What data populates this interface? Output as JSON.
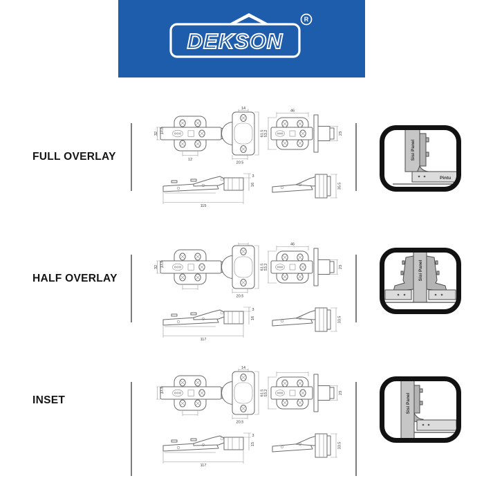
{
  "header": {
    "brand": "DEKSON",
    "registered": "R",
    "banner_color": "#1e5cac",
    "logo_color": "#ffffff"
  },
  "colors": {
    "drawing_stroke": "#6a6a6a",
    "divider": "#7d7d7d",
    "icon_border": "#121212",
    "panel_fill": "#c6c6c6"
  },
  "rows": [
    {
      "label": "FULL OVERLAY",
      "dims": {
        "plate_width_outer": "32",
        "plate_width_inner": "17.5",
        "plate_hole_spacing": "12",
        "cup_plate_top": "14",
        "cup_plate_height": "61.5",
        "cup_plate_bottom": "20.5",
        "mount_plate_width": "46",
        "mount_plate_height": "53.2",
        "dowel_diameter": "23",
        "overall_length": "115",
        "arm_offset": "3",
        "arm_depth": "16",
        "dowel_view_height": "35.5"
      },
      "icon": {
        "panel_label": "Sisi Panel",
        "door_label": "Pintu"
      }
    },
    {
      "label": "HALF OVERLAY",
      "dims": {
        "plate_width_outer": "32",
        "plate_width_inner": "17.5",
        "plate_hole_spacing": "",
        "cup_plate_top": "",
        "cup_plate_height": "61.5",
        "cup_plate_bottom": "20.5",
        "mount_plate_width": "46",
        "mount_plate_height": "53.2",
        "dowel_diameter": "23",
        "overall_length": "117",
        "arm_offset": "3",
        "arm_depth": "16",
        "dowel_view_height": "33.5"
      },
      "icon": {
        "panel_label": "Sisi Panel",
        "door_label": ""
      }
    },
    {
      "label": "INSET",
      "dims": {
        "plate_width_outer": "",
        "plate_width_inner": "17.5",
        "plate_hole_spacing": "",
        "cup_plate_top": "14",
        "cup_plate_height": "61.5",
        "cup_plate_bottom": "20.5",
        "mount_plate_width": "",
        "mount_plate_height": "53.2",
        "dowel_diameter": "23",
        "overall_length": "117",
        "arm_offset": "3",
        "arm_depth": "15",
        "dowel_view_height": "33.5"
      },
      "icon": {
        "panel_label": "Sisi Panel",
        "door_label": ""
      }
    }
  ]
}
